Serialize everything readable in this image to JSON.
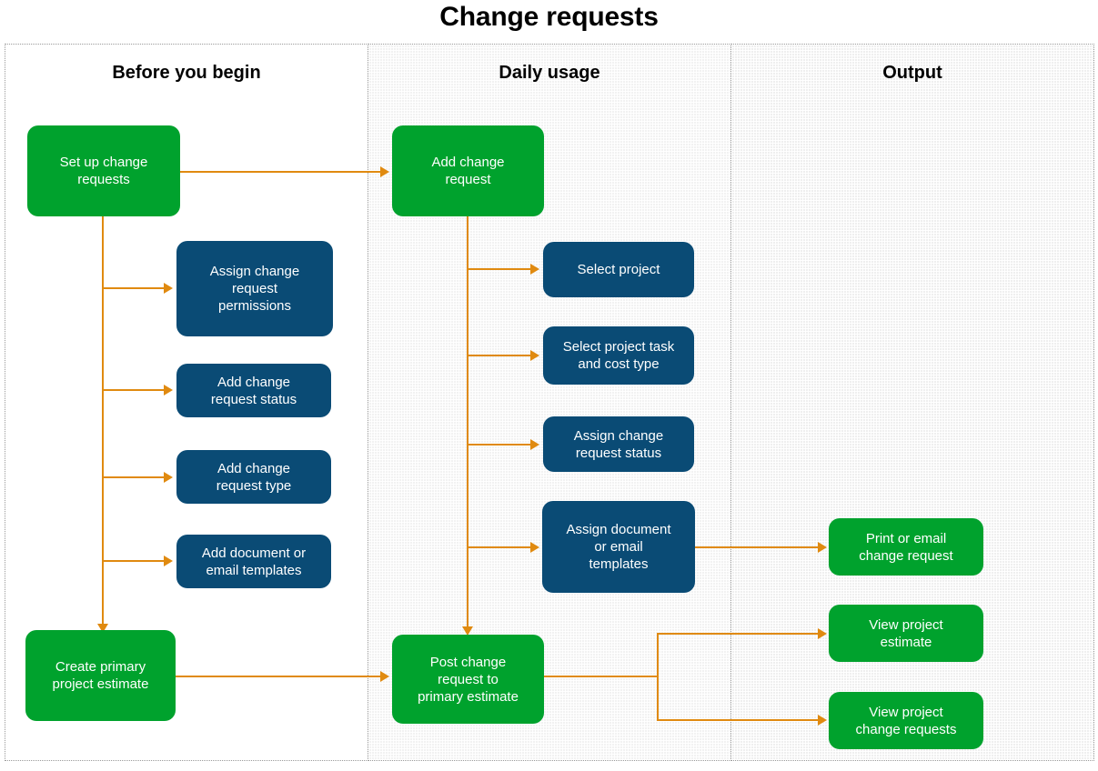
{
  "title": "Change requests",
  "colors": {
    "green": "#00a22d",
    "blue": "#0a4b75",
    "arrow": "#e08a10",
    "lane_border": "#9a9a9a",
    "lane_shade": "#f2f2f2",
    "title_text": "#000000",
    "node_text": "#ffffff"
  },
  "lanes": [
    {
      "id": "before-you-begin",
      "label": "Before you begin"
    },
    {
      "id": "daily-usage",
      "label": "Daily usage"
    },
    {
      "id": "output",
      "label": "Output"
    }
  ],
  "nodes": {
    "setup_change_requests": {
      "label": "Set up change\nrequests",
      "type": "green",
      "lane": "before-you-begin"
    },
    "assign_permissions": {
      "label": "Assign change\nrequest\npermissions",
      "type": "blue",
      "lane": "before-you-begin"
    },
    "add_cr_status": {
      "label": "Add change\nrequest status",
      "type": "blue",
      "lane": "before-you-begin"
    },
    "add_cr_type": {
      "label": "Add change\nrequest type",
      "type": "blue",
      "lane": "before-you-begin"
    },
    "add_doc_email_templates": {
      "label": "Add document or\nemail templates",
      "type": "blue",
      "lane": "before-you-begin"
    },
    "create_primary_estimate": {
      "label": "Create primary\nproject estimate",
      "type": "green",
      "lane": "before-you-begin"
    },
    "add_change_request": {
      "label": "Add change\nrequest",
      "type": "green",
      "lane": "daily-usage"
    },
    "select_project": {
      "label": "Select project",
      "type": "blue",
      "lane": "daily-usage"
    },
    "select_task_cost_type": {
      "label": "Select project task\nand cost type",
      "type": "blue",
      "lane": "daily-usage"
    },
    "assign_cr_status": {
      "label": "Assign change\nrequest status",
      "type": "blue",
      "lane": "daily-usage"
    },
    "assign_doc_email_templates": {
      "label": "Assign document\nor email\ntemplates",
      "type": "blue",
      "lane": "daily-usage"
    },
    "post_change_request": {
      "label": "Post change\nrequest to\nprimary estimate",
      "type": "green",
      "lane": "daily-usage"
    },
    "print_or_email_cr": {
      "label": "Print or email\nchange request",
      "type": "green",
      "lane": "output"
    },
    "view_project_estimate": {
      "label": "View project\nestimate",
      "type": "green",
      "lane": "output"
    },
    "view_project_change_requests": {
      "label": "View project\nchange requests",
      "type": "green",
      "lane": "output"
    }
  },
  "edges": [
    {
      "from": "setup_change_requests",
      "to": "add_change_request"
    },
    {
      "from": "setup_change_requests",
      "to": "assign_permissions"
    },
    {
      "from": "setup_change_requests",
      "to": "add_cr_status"
    },
    {
      "from": "setup_change_requests",
      "to": "add_cr_type"
    },
    {
      "from": "setup_change_requests",
      "to": "add_doc_email_templates"
    },
    {
      "from": "setup_change_requests",
      "to": "create_primary_estimate"
    },
    {
      "from": "create_primary_estimate",
      "to": "post_change_request"
    },
    {
      "from": "add_change_request",
      "to": "select_project"
    },
    {
      "from": "add_change_request",
      "to": "select_task_cost_type"
    },
    {
      "from": "add_change_request",
      "to": "assign_cr_status"
    },
    {
      "from": "add_change_request",
      "to": "assign_doc_email_templates"
    },
    {
      "from": "add_change_request",
      "to": "post_change_request"
    },
    {
      "from": "assign_doc_email_templates",
      "to": "print_or_email_cr"
    },
    {
      "from": "post_change_request",
      "to": "view_project_estimate"
    },
    {
      "from": "post_change_request",
      "to": "view_project_change_requests"
    }
  ]
}
